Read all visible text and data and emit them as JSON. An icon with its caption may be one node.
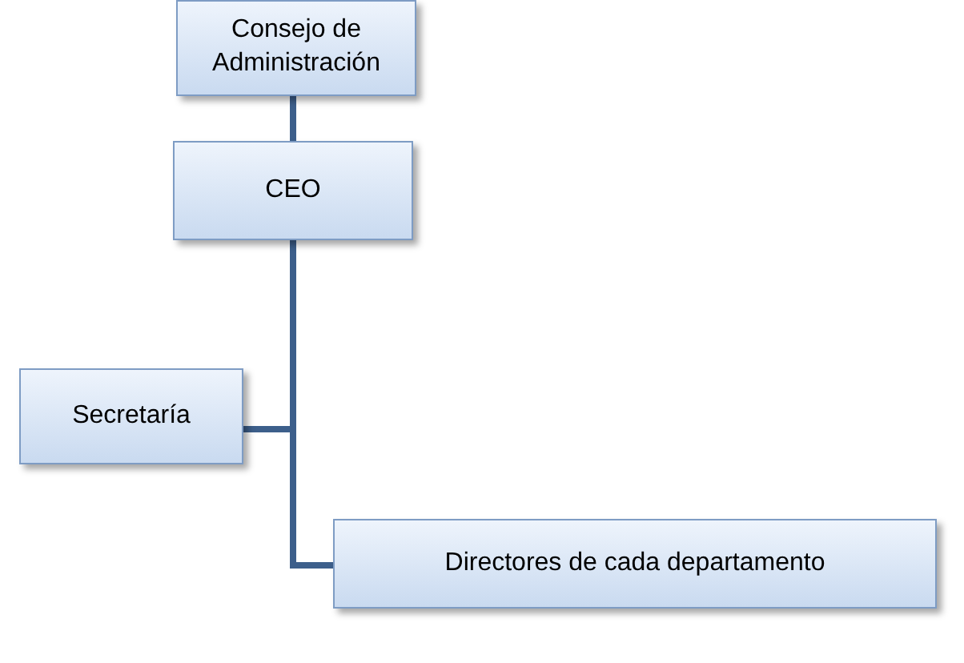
{
  "diagram": {
    "nodes": [
      {
        "text": [
          "Consejo de Administración"
        ]
      },
      {
        "text": [
          "CEO"
        ]
      },
      {
        "text": [
          "Secretaría"
        ]
      },
      {
        "text": [
          "Directores de cada departamento"
        ]
      }
    ],
    "edges": [
      {
        "from": 0,
        "to": 1,
        "arrow": "none"
      },
      {
        "from": 1,
        "to": 2,
        "arrow": "none"
      },
      {
        "from": 1,
        "to": 3,
        "arrow": "none"
      }
    ]
  }
}
